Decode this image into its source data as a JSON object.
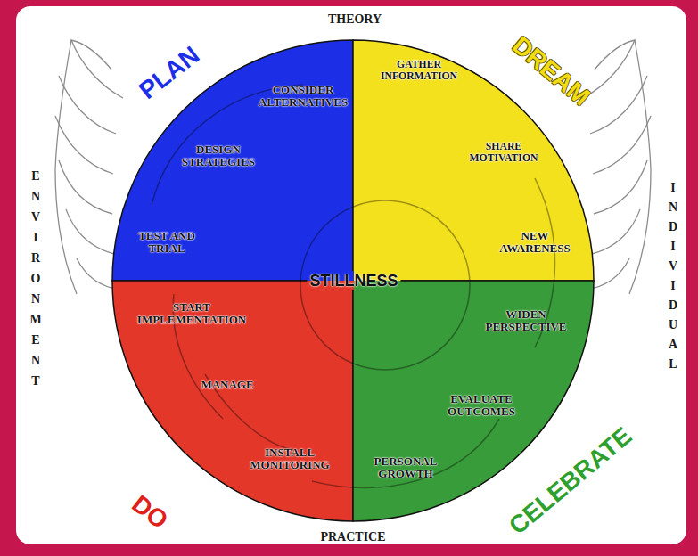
{
  "diagram": {
    "nodes": [
      {
        "text": [
          "PLAN",
          "CONSIDER ALTERNATIVES",
          "DESIGN STRATEGIES",
          "TEST AND TRIAL"
        ]
      },
      {
        "text": [
          "DREAM",
          "GATHER INFORMATION",
          "SHARE MOTIVATION",
          "NEW AWARENESS"
        ]
      },
      {
        "text": [
          "DO",
          "START IMPLEMENTATION",
          "MANAGE",
          "INSTALL MONITORING"
        ]
      },
      {
        "text": [
          "CELEBRATE",
          "WIDEN PERSPECTIVE",
          "EVALUATE OUTCOMES",
          "PERSONAL GROWTH"
        ]
      }
    ],
    "labels": [
      "THEORY",
      "PRACTICE",
      "ENVIRONMENT",
      "INDIVIDUAL",
      "STILLNESS"
    ]
  }
}
